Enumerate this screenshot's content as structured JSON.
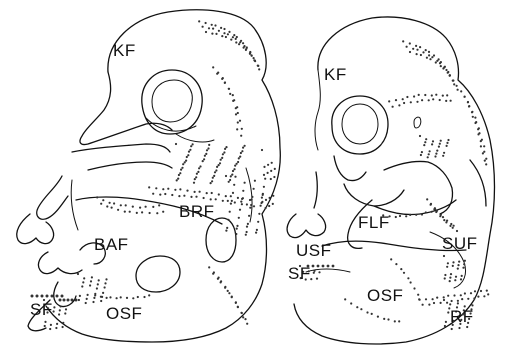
{
  "colors": {
    "ink": "#111111",
    "stipple": "#333333",
    "background": "#ffffff"
  },
  "left_embryo": {
    "labels": {
      "kf": "KF",
      "brf": "BRF",
      "baf": "BAF",
      "sf": "SF",
      "osf": "OSF"
    }
  },
  "right_embryo": {
    "labels": {
      "kf": "KF",
      "flf": "FLF",
      "usf": "USF",
      "suf": "SUF",
      "sf": "SF",
      "osf": "OSF",
      "rf": "RF"
    }
  }
}
